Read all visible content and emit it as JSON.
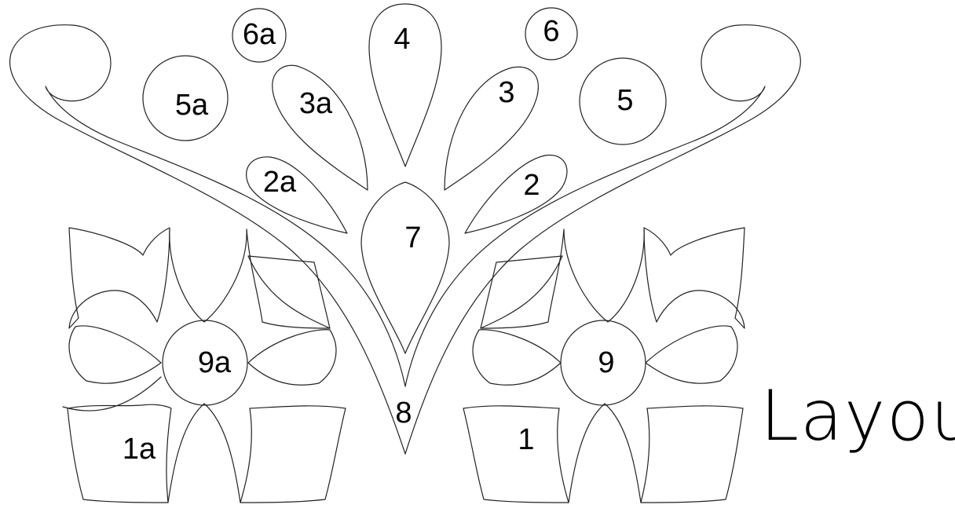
{
  "title": "Layout",
  "pieces": {
    "p1": "1",
    "p1a": "1a",
    "p2": "2",
    "p2a": "2a",
    "p3": "3",
    "p3a": "3a",
    "p4": "4",
    "p5": "5",
    "p5a": "5a",
    "p6": "6",
    "p6a": "6a",
    "p7": "7",
    "p8": "8",
    "p9": "9",
    "p9a": "9a"
  },
  "colors": {
    "line": "#222222",
    "background": "#ffffff"
  }
}
